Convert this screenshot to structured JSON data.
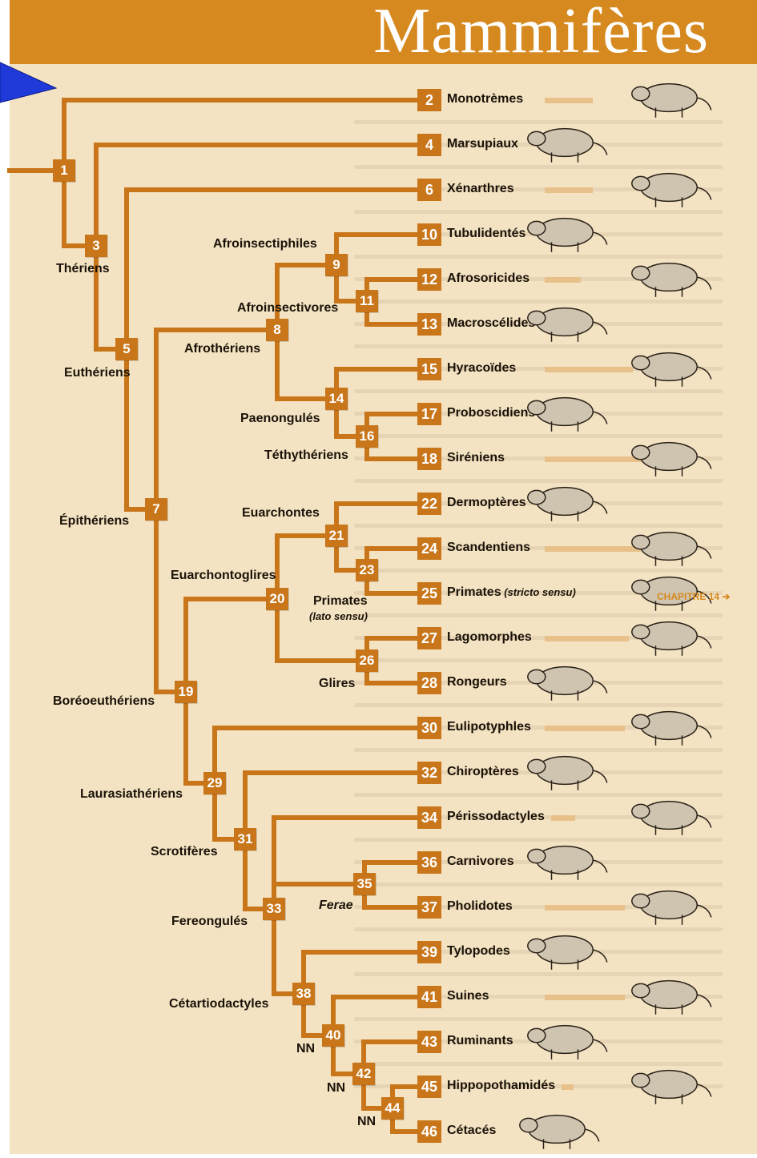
{
  "header": {
    "title": "Mammifères"
  },
  "tips": [
    {
      "id": "2",
      "name": "Monotrèmes",
      "animal": "platypus-icon"
    },
    {
      "id": "4",
      "name": "Marsupiaux",
      "animal": "quoll-icon"
    },
    {
      "id": "6",
      "name": "Xénarthres",
      "animal": "anteater-icon"
    },
    {
      "id": "10",
      "name": "Tubulidentés",
      "animal": "aardvark-icon"
    },
    {
      "id": "12",
      "name": "Afrosoricides",
      "animal": "otter-shrew-icon"
    },
    {
      "id": "13",
      "name": "Macroscélides",
      "animal": "elephant-shrew-icon"
    },
    {
      "id": "15",
      "name": "Hyracoïdes",
      "animal": "hyrax-icon"
    },
    {
      "id": "17",
      "name": "Proboscidiens",
      "animal": "elephant-icon"
    },
    {
      "id": "18",
      "name": "Siréniens",
      "animal": "manatee-icon"
    },
    {
      "id": "22",
      "name": "Dermoptères",
      "animal": "colugo-icon"
    },
    {
      "id": "24",
      "name": "Scandentiens",
      "animal": "treeshrew-icon"
    },
    {
      "id": "25",
      "name": "Primates",
      "note": "(stricto sensu)",
      "animal": "monkey-icon"
    },
    {
      "id": "27",
      "name": "Lagomorphes",
      "animal": "hare-icon"
    },
    {
      "id": "28",
      "name": "Rongeurs",
      "animal": "porcupine-icon"
    },
    {
      "id": "30",
      "name": "Eulipotyphles",
      "animal": "shrew-icon"
    },
    {
      "id": "32",
      "name": "Chiroptères",
      "animal": "bat-icon"
    },
    {
      "id": "34",
      "name": "Périssodactyles",
      "animal": "rhinoceros-icon"
    },
    {
      "id": "36",
      "name": "Carnivores",
      "animal": "walrus-icon"
    },
    {
      "id": "37",
      "name": "Pholidotes",
      "animal": "pangolin-icon"
    },
    {
      "id": "39",
      "name": "Tylopodes",
      "animal": "camel-icon"
    },
    {
      "id": "41",
      "name": "Suines",
      "animal": "boar-icon"
    },
    {
      "id": "43",
      "name": "Ruminants",
      "animal": "okapi-icon"
    },
    {
      "id": "45",
      "name": "Hippopothamidés",
      "animal": "hippopotamus-icon"
    },
    {
      "id": "46",
      "name": "Cétacés",
      "animal": "whale-icon"
    }
  ],
  "nodes": [
    "1",
    "3",
    "5",
    "7",
    "8",
    "9",
    "11",
    "14",
    "16",
    "19",
    "20",
    "21",
    "23",
    "26",
    "29",
    "31",
    "33",
    "35",
    "38",
    "40",
    "42",
    "44"
  ],
  "labels": {
    "theriens": "Thériens",
    "eutheriens": "Euthériens",
    "epitheriens": "Épithériens",
    "afroinsectiphiles": "Afroinsectiphiles",
    "afroinsectivores": "Afroinsectivores",
    "afrotheriens": "Afrothériens",
    "paenongules": "Paenongulés",
    "tethytheriens": "Téthythériens",
    "euarchontes": "Euarchontes",
    "euarchontoglires": "Euarchontoglires",
    "primates": "Primates",
    "primates_sub": "(lato sensu)",
    "glires": "Glires",
    "boreoeutheriens": "Boréoeuthériens",
    "laurasiatheriens": "Laurasiathériens",
    "scrotiferes": "Scrotifères",
    "ferae": "Ferae",
    "fereongules": "Fereongulés",
    "cetartiodactyles": "Cétartiodactyles",
    "nn1": "NN",
    "nn2": "NN",
    "nn3": "NN"
  },
  "chapter_link": "CHAPITRE 14",
  "colors": {
    "banner": "#d6891f",
    "branch": "#c9761a",
    "page": "#f4e3c3",
    "pointer": "#1f3ad8"
  }
}
